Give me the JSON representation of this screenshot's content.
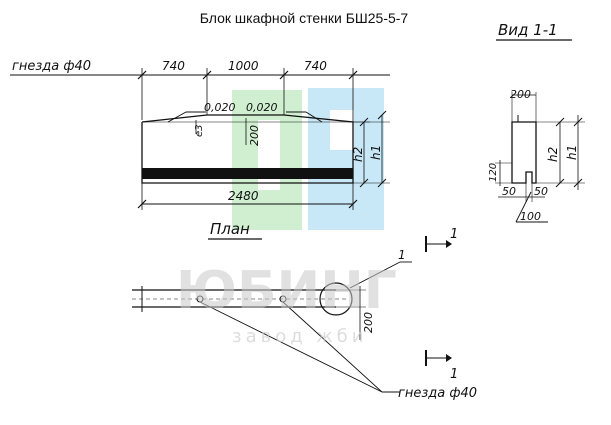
{
  "title": "Блок шкафной стенки БШ25-5-7",
  "view_label": "Вид 1-1",
  "plan_label": "План",
  "socket_label_top": "гнезда ф40",
  "socket_label_bottom": "гнезда ф40",
  "dims_top": [
    "740",
    "1000",
    "740"
  ],
  "dim_total": "2480",
  "slope_left": "0,020",
  "slope_right": "0,020",
  "dim_e3": "е3",
  "dim_200_front": "200",
  "h2": "h2",
  "h1": "h1",
  "dim_120": "120",
  "side_top": "200",
  "side_50_left": "50",
  "side_50_right": "50",
  "side_100": "100",
  "plan_200": "200",
  "callout_1": "1",
  "section_top": "1",
  "section_bottom": "1",
  "watermark_main": "ЮБИНГ",
  "watermark_sub": "завод жби",
  "colors": {
    "line": "#111111",
    "watermark_green": "#c8ecc8",
    "watermark_blue": "#bfe4f6"
  }
}
